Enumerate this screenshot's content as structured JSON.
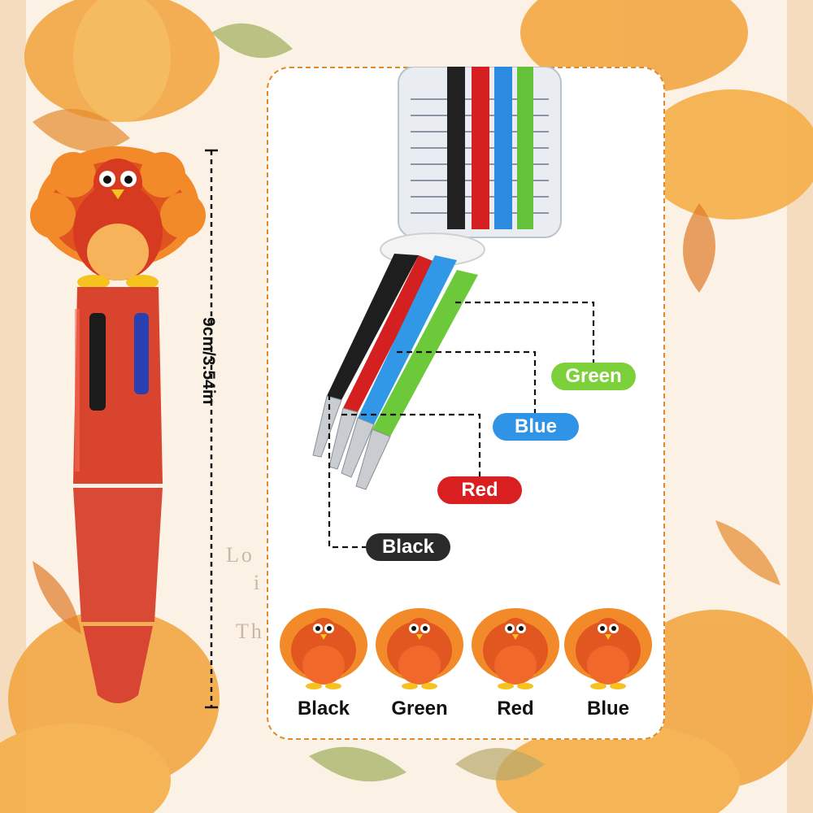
{
  "dimension": {
    "text": "9cm/3.54in"
  },
  "refill_tags": {
    "green": "Green",
    "blue": "Blue",
    "red": "Red",
    "black": "Black"
  },
  "turkeys": [
    {
      "label": "Black"
    },
    {
      "label": "Green"
    },
    {
      "label": "Red"
    },
    {
      "label": "Blue"
    }
  ],
  "background_text": {
    "line1": "Lo",
    "line2": "i",
    "line3": "Th"
  },
  "colors": {
    "accent_border": "#e08a2c",
    "pen_body": "#d9442f",
    "tag_green": "#7cd13a",
    "tag_blue": "#2f93e6",
    "tag_red": "#d91f1f",
    "tag_black": "#2a2a2a"
  }
}
